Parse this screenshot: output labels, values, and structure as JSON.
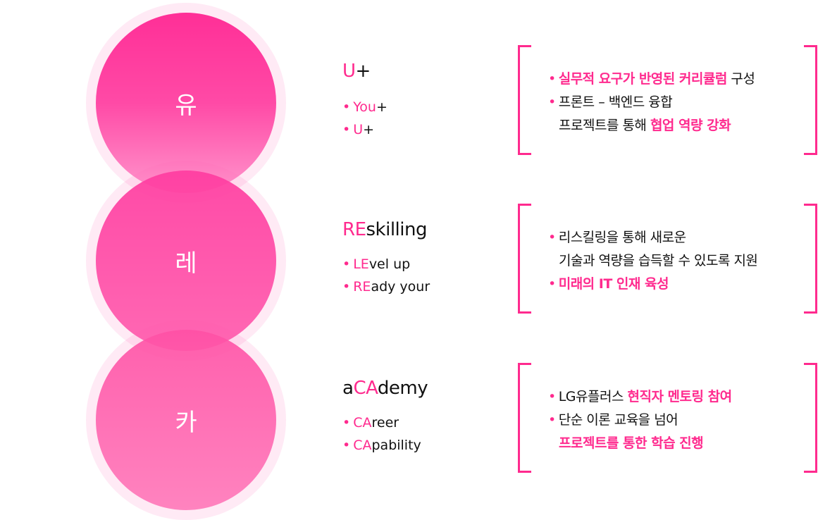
{
  "rows": [
    {
      "circle_label": "유",
      "title": [
        {
          "t": "U",
          "pk": true
        },
        {
          "t": "+",
          "pk": false
        }
      ],
      "subs": [
        [
          {
            "t": "You",
            "pk": true
          },
          {
            "t": "+",
            "pk": false
          }
        ],
        [
          {
            "t": "U",
            "pk": true
          },
          {
            "t": "+",
            "pk": false
          }
        ]
      ],
      "desc": [
        {
          "bullet": true,
          "segs": [
            {
              "t": "실무적 요구가 반영된 커리큘럼",
              "hl": true
            },
            {
              "t": " 구성",
              "hl": false
            }
          ]
        },
        {
          "bullet": true,
          "segs": [
            {
              "t": "프론트 – 백엔드 융합",
              "hl": false
            }
          ]
        },
        {
          "bullet": false,
          "segs": [
            {
              "t": "프로젝트를 통해 ",
              "hl": false
            },
            {
              "t": "협업 역량 강화",
              "hl": true
            }
          ]
        }
      ]
    },
    {
      "circle_label": "레",
      "title": [
        {
          "t": "RE",
          "pk": true
        },
        {
          "t": "skilling",
          "pk": false
        }
      ],
      "subs": [
        [
          {
            "t": "LE",
            "pk": true
          },
          {
            "t": "vel up",
            "pk": false
          }
        ],
        [
          {
            "t": "RE",
            "pk": true
          },
          {
            "t": "ady your",
            "pk": false
          }
        ]
      ],
      "desc": [
        {
          "bullet": true,
          "segs": [
            {
              "t": "리스킬링을 통해 새로운",
              "hl": false
            }
          ]
        },
        {
          "bullet": false,
          "segs": [
            {
              "t": "기술과 역량을 습득할 수 있도록 지원",
              "hl": false
            }
          ]
        },
        {
          "bullet": true,
          "segs": [
            {
              "t": "미래의 IT 인재 육성",
              "hl": true
            }
          ]
        }
      ]
    },
    {
      "circle_label": "카",
      "title": [
        {
          "t": "a",
          "pk": false
        },
        {
          "t": "CA",
          "pk": true
        },
        {
          "t": "demy",
          "pk": false
        }
      ],
      "subs": [
        [
          {
            "t": "CA",
            "pk": true
          },
          {
            "t": "reer",
            "pk": false
          }
        ],
        [
          {
            "t": "CA",
            "pk": true
          },
          {
            "t": "pability",
            "pk": false
          }
        ]
      ],
      "desc": [
        {
          "bullet": true,
          "segs": [
            {
              "t": "LG유플러스 ",
              "hl": false
            },
            {
              "t": "현직자 멘토링 참여",
              "hl": true
            }
          ]
        },
        {
          "bullet": true,
          "segs": [
            {
              "t": "단순 이론 교육을 넘어",
              "hl": false
            }
          ]
        },
        {
          "bullet": false,
          "segs": [
            {
              "t": "프로젝트를 통한 학습 진행",
              "hl": true
            }
          ]
        }
      ]
    }
  ],
  "colors": {
    "accent": "#ff2a8e"
  }
}
